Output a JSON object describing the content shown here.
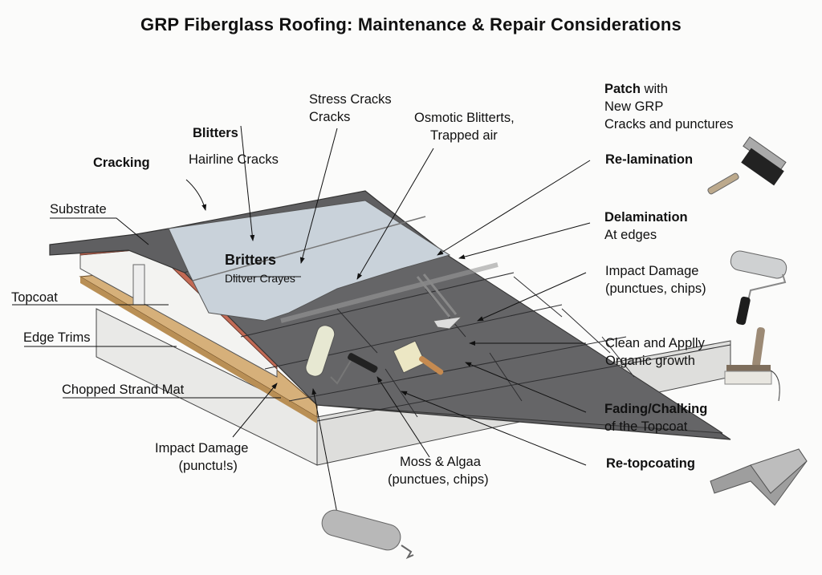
{
  "title": "GRP Fiberglass Roofing: Maintenance & Repair Considerations",
  "left_labels": {
    "cracking": "Cracking",
    "blitters": "Blitters",
    "hairline": "Hairline Cracks",
    "substrate": "Substrate",
    "topcoat": "Topcoat",
    "edge_trims": "Edge Trims",
    "csm": "Chopped Strand Mat",
    "impact_title": "Impact Damage",
    "impact_sub": "(punctu!s)"
  },
  "top_labels": {
    "stress_1": "Stress Cracks",
    "stress_2": "Cracks",
    "osmotic_1": "Osmotic Blitterts,",
    "osmotic_2": "Trapped air"
  },
  "roof_labels": {
    "britters": "Britters",
    "dlitver": "Dlitver Crayes"
  },
  "bottom_labels": {
    "moss_title": "Moss & Algaa",
    "moss_sub": "(punctues, chips)"
  },
  "right_labels": {
    "patch_bold": "Patch",
    "patch_rest": " with",
    "patch_2": "New GRP",
    "patch_3": "Cracks and punctures",
    "relamination": "Re-lamination",
    "delamination": "Delamination",
    "delamination_sub": "At edges",
    "impact_1": "Impact Damage",
    "impact_2": "(punctues, chips)",
    "clean_1": "Clean and Applly",
    "clean_2": "Organic growth",
    "fading_1": "Fading/Chalking",
    "fading_2": "of the Topcoat",
    "retopcoating": "Re-topcoating"
  },
  "tools": [
    {
      "name": "stiff-brush",
      "label": ""
    },
    {
      "name": "paint-roller",
      "label": ""
    },
    {
      "name": "wallpaper-brush",
      "label": ""
    },
    {
      "name": "folded-trim",
      "label": ""
    },
    {
      "name": "rolled-mat",
      "label": ""
    }
  ],
  "colors": {
    "roof_dark": "#5a5a5c",
    "roof_light": "#c9d2da",
    "timber": "#d6b07a",
    "brick": "#c36a55"
  }
}
